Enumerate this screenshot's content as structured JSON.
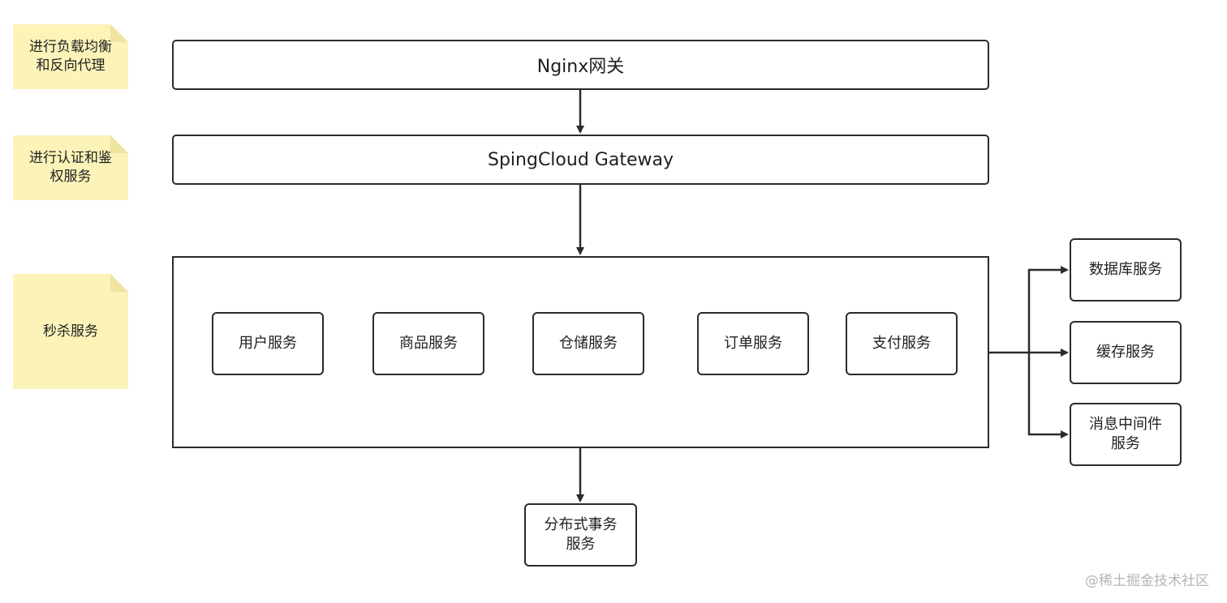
{
  "notes": {
    "load_balancing": "进行负载均衡\n和反向代理",
    "auth": "进行认证和鉴\n权服务",
    "seckill": "秒杀服务"
  },
  "gateways": {
    "nginx": "Nginx网关",
    "spring_cloud": "SpingCloud Gateway"
  },
  "services": {
    "user": "用户服务",
    "product": "商品服务",
    "warehouse": "仓储服务",
    "order": "订单服务",
    "payment": "支付服务"
  },
  "infrastructure": {
    "database": "数据库服务",
    "cache": "缓存服务",
    "message_middleware": "消息中间件\n服务"
  },
  "distributed_transaction": "分布式事务\n服务",
  "watermark": "@稀土掘金技术社区",
  "colors": {
    "note_fill": "#fbf3b8",
    "stroke": "#2b2b2b",
    "watermark": "#b5b5b5"
  }
}
